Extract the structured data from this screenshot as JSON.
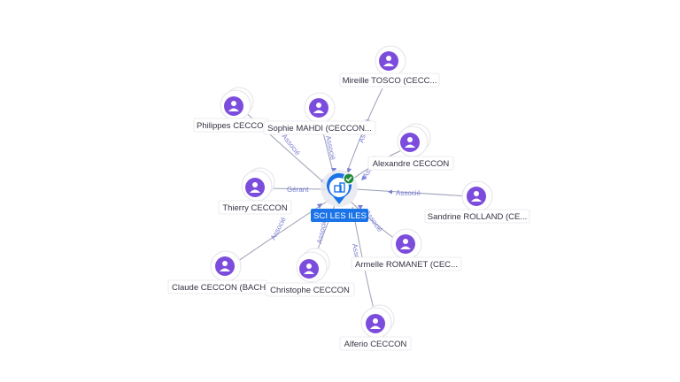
{
  "center": {
    "label": "SCI LES ILES",
    "icon": "building-icon",
    "badge": "check-badge-icon",
    "color": "#1b73e8"
  },
  "people": [
    {
      "id": "mireille",
      "label": "Mireille TOSCO (CECC..."
    },
    {
      "id": "philippes",
      "label": "Philippes CECCO"
    },
    {
      "id": "sophie",
      "label": "Sophie MAHDI (CECCON..."
    },
    {
      "id": "alexandre",
      "label": "Alexandre CECCON"
    },
    {
      "id": "thierry",
      "label": "Thierry CECCON"
    },
    {
      "id": "sandrine",
      "label": "Sandrine ROLLAND (CE..."
    },
    {
      "id": "armelle",
      "label": "Armelle ROMANET (CEC..."
    },
    {
      "id": "claude",
      "label": "Claude CECCON (BACH"
    },
    {
      "id": "christophe",
      "label": "Christophe CECCON"
    },
    {
      "id": "alferio",
      "label": "Alferio CECCON"
    }
  ],
  "edges": [
    {
      "to": "philippes",
      "label": "Associé"
    },
    {
      "to": "sophie",
      "label": "Associé"
    },
    {
      "to": "mireille",
      "label": "Associé"
    },
    {
      "to": "alexandre",
      "label": "Associé"
    },
    {
      "to": "thierry",
      "label": "Gérant"
    },
    {
      "to": "sandrine",
      "label": "Associé"
    },
    {
      "to": "armelle",
      "label": "Associé"
    },
    {
      "to": "claude",
      "label": "Associé"
    },
    {
      "to": "christophe",
      "label": "Associé"
    },
    {
      "to": "alferio",
      "label": "Asso"
    }
  ],
  "colors": {
    "person": "#7c4ddd",
    "edge": "#9aa0b4",
    "edge_label": "#7b7fd4"
  }
}
